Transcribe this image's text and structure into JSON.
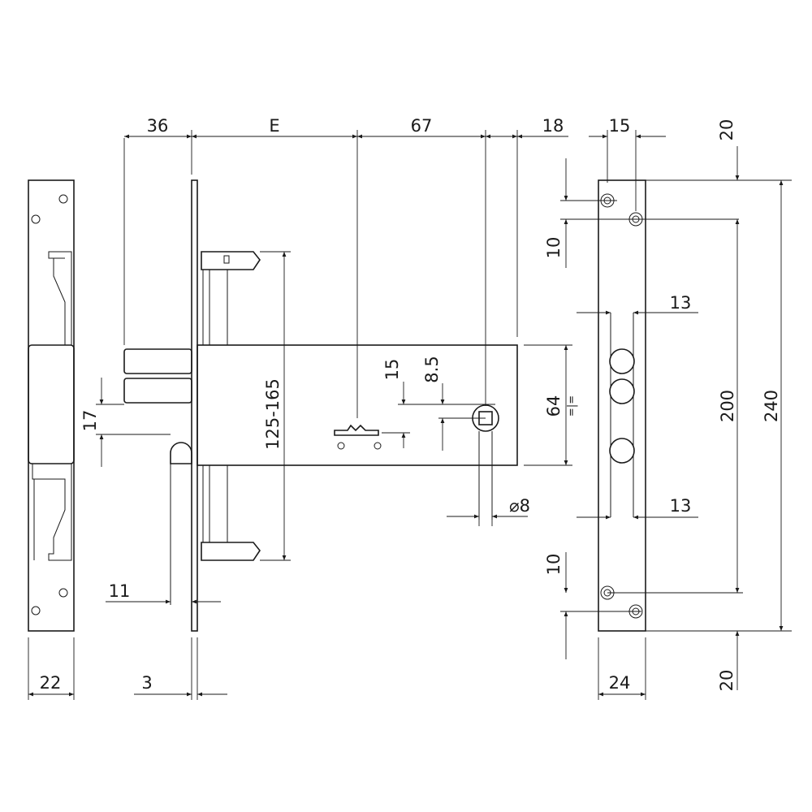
{
  "dimensions": {
    "d36": "36",
    "dE": "E",
    "d67": "67",
    "d18": "18",
    "d15_top": "15",
    "d20_top": "20",
    "d10_top": "10",
    "d13_top": "13",
    "d15_mid": "15",
    "d8_5": "8.5",
    "d64": "64",
    "d64_note": "=|=",
    "d125_165": "125-165",
    "d17": "17",
    "d8_square": "⌀8",
    "d13_bottom": "13",
    "d200": "200",
    "d240": "240",
    "d10_bottom": "10",
    "d11": "11",
    "d22": "22",
    "d3": "3",
    "d24": "24",
    "d20_bottom": "20"
  },
  "colors": {
    "line": "#1a1a1a",
    "background": "#ffffff"
  }
}
